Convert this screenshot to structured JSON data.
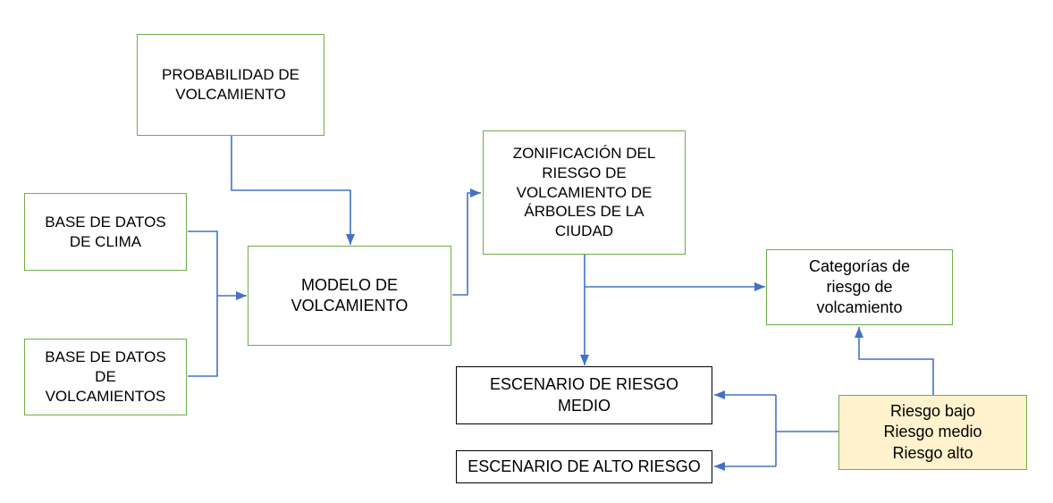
{
  "diagram": {
    "type": "flowchart",
    "background": "#FFFFFF",
    "boxes": {
      "probabilidad": "PROBABILIDAD DE\nVOLCAMIENTO",
      "base_clima": "BASE DE DATOS\nDE CLIMA",
      "base_volcamientos": "BASE DE DATOS\nDE\nVOLCAMIENTOS",
      "modelo": "MODELO DE\nVOLCAMIENTO",
      "zonificacion": "ZONIFICACIÓN DEL\nRIESGO DE\nVOLCAMIENTO DE\nÁRBOLES DE LA\nCIUDAD",
      "categorias": "Categorías de\nriesgo de\nvolcamiento",
      "escenario_medio": "ESCENARIO DE RIESGO\nMEDIO",
      "escenario_alto": "ESCENARIO DE ALTO RIESGO",
      "niveles_riesgo": "Riesgo bajo\nRiesgo medio\nRiesgo alto"
    },
    "colors": {
      "green_box_border": "#70AD47",
      "black_box_border": "#000000",
      "connector_blue": "#4472C4",
      "highlight_box_fill": "#FFF2CC",
      "text": "#000000"
    },
    "connections": [
      {
        "from": "probabilidad",
        "to": "modelo",
        "arrow": true
      },
      {
        "from": "base_clima",
        "to": "modelo",
        "arrow": true
      },
      {
        "from": "base_volcamientos",
        "to": "modelo",
        "arrow": true
      },
      {
        "from": "modelo",
        "to": "zonificacion",
        "arrow": true
      },
      {
        "from": "zonificacion",
        "to": "categorias",
        "arrow": true
      },
      {
        "from": "zonificacion",
        "to": "escenario_medio",
        "arrow": true
      },
      {
        "from": "niveles_riesgo",
        "to": "categorias",
        "arrow": true
      },
      {
        "from": "niveles_riesgo",
        "to": "escenario_medio",
        "arrow": true
      },
      {
        "from": "niveles_riesgo",
        "to": "escenario_alto",
        "arrow": true
      }
    ]
  }
}
